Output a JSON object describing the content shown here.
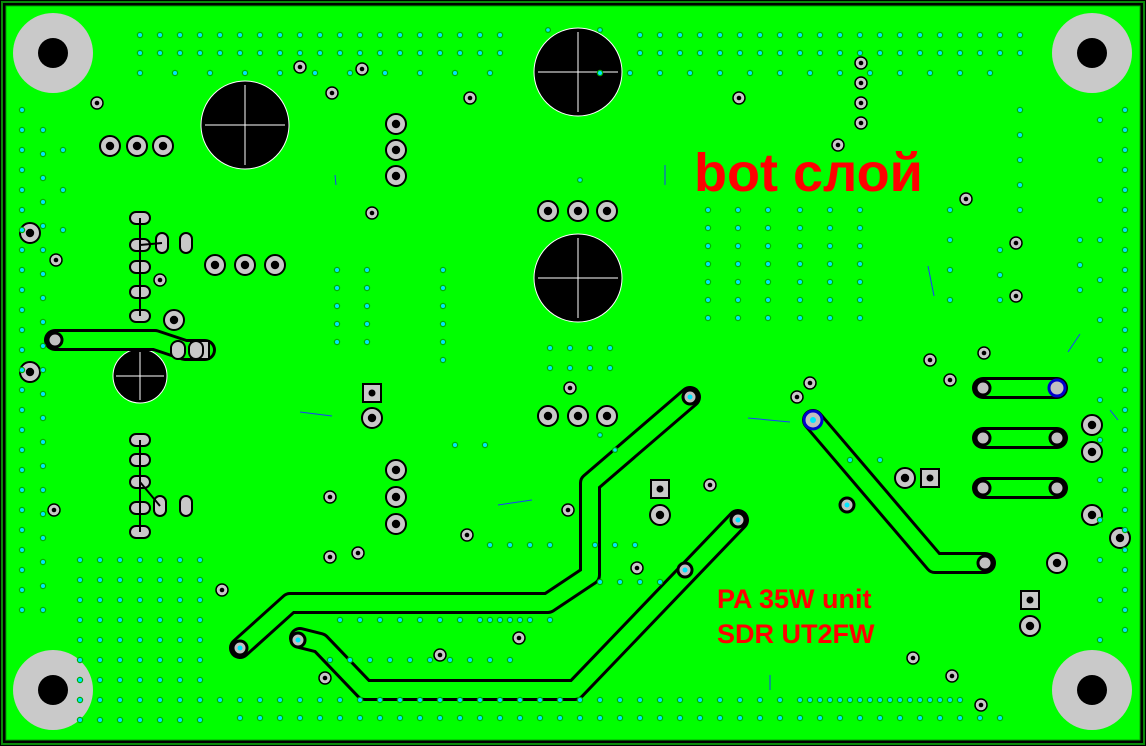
{
  "layer_title": "bot слой",
  "unit_line1": "PA 35W unit",
  "unit_line2": "SDR UT2FW",
  "colors": {
    "copper_pour": "#00ff00",
    "board_outline": "#000000",
    "labels": "#ff0000",
    "vias": "#00e5ff",
    "mounting_holes": "#c8c8c8"
  }
}
